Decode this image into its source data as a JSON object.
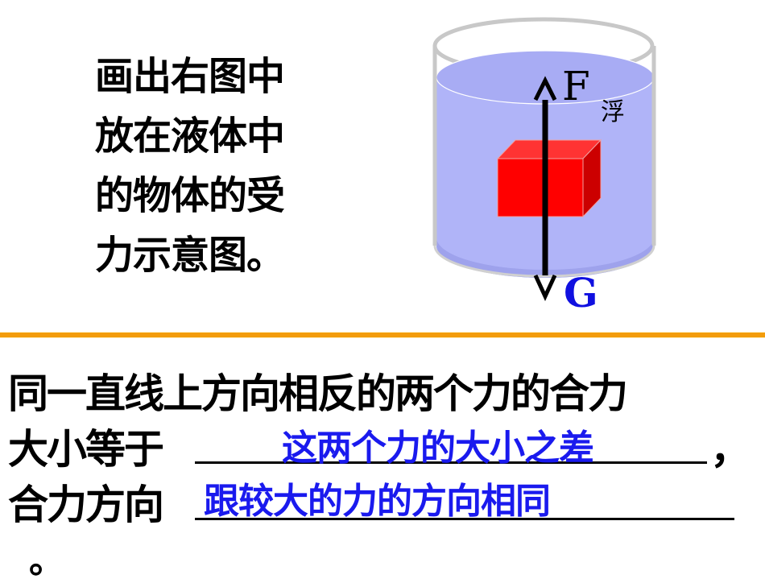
{
  "question": {
    "lines": [
      "画出右图中",
      "放在液体中",
      "的物体的受",
      "力示意图。"
    ]
  },
  "figure": {
    "force_up_label": "F",
    "force_up_subscript": "浮",
    "force_down_label": "G",
    "colors": {
      "liquid": "#b0b4f8",
      "liquid_top": "#a6aaf2",
      "block_front": "#ff0000",
      "block_top": "#ff3333",
      "block_side": "#cc0000",
      "container_rim": "#c8c8c8",
      "arrow": "#000000",
      "g_label": "#1010e0"
    }
  },
  "separator_color": "#f39c0c",
  "statement": {
    "line1": "同一直线上方向相反的两个力的合力",
    "line2_prefix": "大小等于",
    "line2_answer": "这两个力的大小之差",
    "line2_suffix": "，",
    "line3_prefix": "合力方向",
    "line3_answer": "跟较大的力的方向相同",
    "line4": "。"
  }
}
